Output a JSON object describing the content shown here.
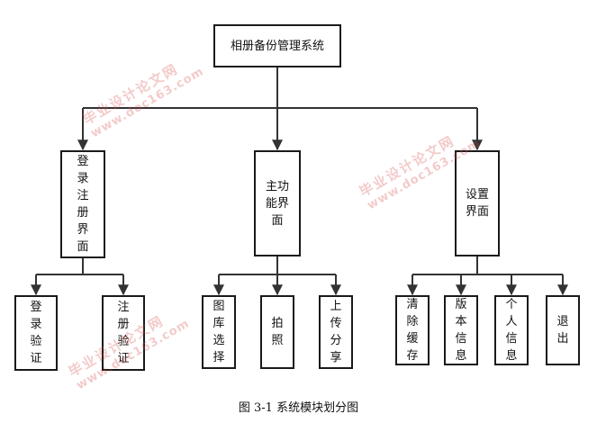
{
  "diagram": {
    "root": {
      "label": "相册备份管理系统"
    },
    "modules": [
      {
        "label": "登\n录\n注\n册\n界\n面"
      },
      {
        "label": "主功\n能界\n面"
      },
      {
        "label": "设置\n界面"
      }
    ],
    "submodules": [
      {
        "label": "登\n录\n验\n证"
      },
      {
        "label": "注\n册\n验\n证"
      },
      {
        "label": "图\n库\n选\n择"
      },
      {
        "label": "拍\n照"
      },
      {
        "label": "上\n传\n分\n享"
      },
      {
        "label": "清\n除\n缓\n存"
      },
      {
        "label": "版\n本\n信\n息"
      },
      {
        "label": "个\n人\n信\n息"
      },
      {
        "label": "退\n出"
      }
    ]
  },
  "caption": "图 3-1  系统模块划分图",
  "watermark": {
    "cn": "毕业设计论文网",
    "en": "www.doc163.com"
  },
  "colors": {
    "line": "#333333",
    "border": "#1a1a1a",
    "watermark": "#d75050"
  }
}
